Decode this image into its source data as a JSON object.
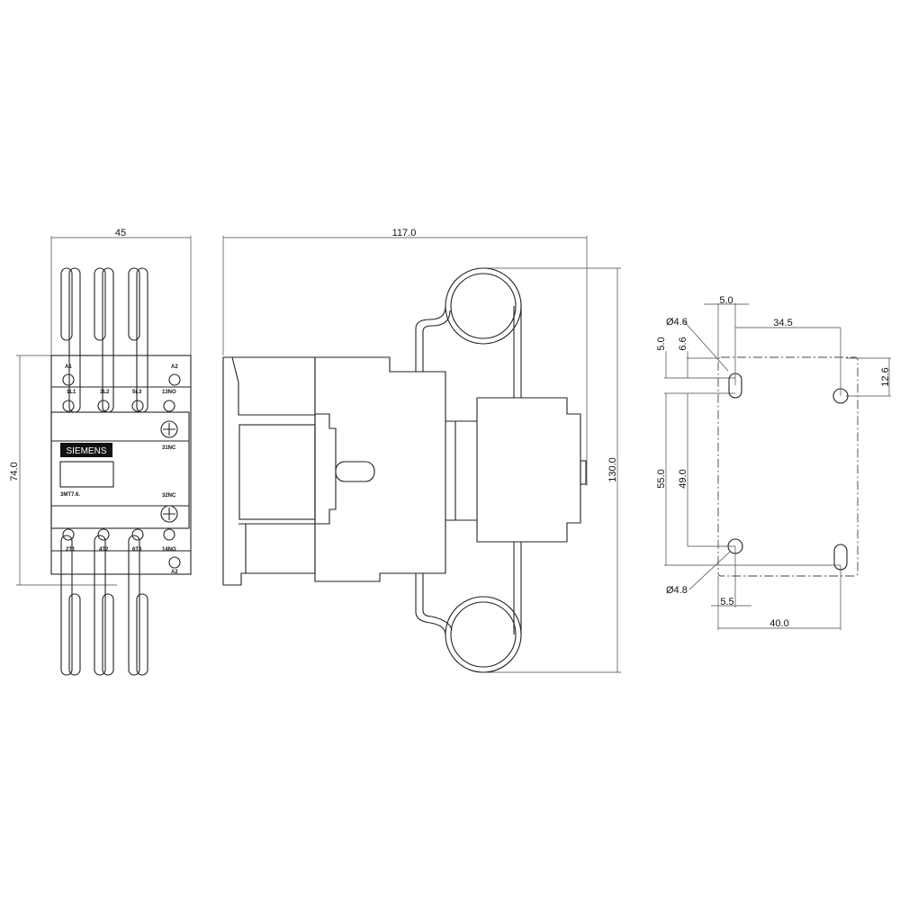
{
  "front_view": {
    "width_dim": "45",
    "height_dim": "74.0",
    "logo": "SIEMENS",
    "model": "3MT7.6.",
    "terminals_top": [
      "A1",
      "1L1",
      "3L2",
      "5L3",
      "13NO",
      "A2"
    ],
    "terminals_mid": [
      "31NC",
      "32NC"
    ],
    "terminals_bottom": [
      "2T1",
      "4T2",
      "6T3",
      "14NO",
      "A2"
    ]
  },
  "side_view": {
    "depth_dim": "117.0",
    "height_dim": "130.0"
  },
  "drilling_pattern": {
    "dims": {
      "top_offset": "5.0",
      "hole_spacing_top": "34.5",
      "slot_dia": "Ø4.6",
      "v_5": "5.0",
      "v_6_6": "6.6",
      "right_12_6": "12.6",
      "v_55": "55.0",
      "v_49": "49.0",
      "hole_dia": "Ø4.8",
      "bottom_offset": "5.5",
      "hole_spacing_bottom": "40.0"
    }
  }
}
